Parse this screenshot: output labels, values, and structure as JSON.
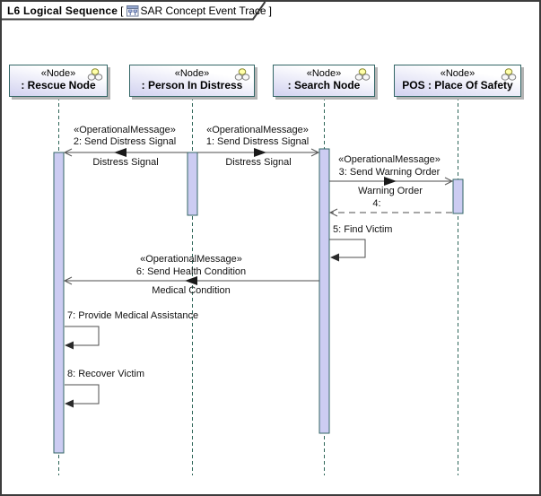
{
  "diagram": {
    "title": "L6 Logical Sequence",
    "open_bracket": "[",
    "context_name": "SAR Concept Event Trace",
    "close_bracket": "]",
    "kind": "sequence-diagram"
  },
  "lifelines": [
    {
      "stereotype": "«Node»",
      "name": ": Rescue Node"
    },
    {
      "stereotype": "«Node»",
      "name": ": Person In Distress"
    },
    {
      "stereotype": "«Node»",
      "name": ": Search Node"
    },
    {
      "stereotype": "«Node»",
      "name": "POS : Place Of Safety"
    }
  ],
  "messages": [
    {
      "seq": "1",
      "stereotype": "«OperationalMessage»",
      "label": "1: Send Distress Signal",
      "item": "Distress Signal",
      "from": ": Person In Distress",
      "to": ": Search Node",
      "kind": "message"
    },
    {
      "seq": "2",
      "stereotype": "«OperationalMessage»",
      "label": "2: Send Distress Signal",
      "item": "Distress Signal",
      "from": ": Person In Distress",
      "to": ": Rescue Node",
      "kind": "message"
    },
    {
      "seq": "3",
      "stereotype": "«OperationalMessage»",
      "label": "3: Send Warning Order",
      "item": "Warning Order",
      "from": ": Search Node",
      "to": "POS : Place Of Safety",
      "kind": "message"
    },
    {
      "seq": "4",
      "label": "4:",
      "from": "POS : Place Of Safety",
      "to": ": Search Node",
      "kind": "reply"
    },
    {
      "seq": "5",
      "label": "5: Find Victim",
      "on": ": Search Node",
      "kind": "self"
    },
    {
      "seq": "6",
      "stereotype": "«OperationalMessage»",
      "label": "6: Send Health Condition",
      "item": "Medical Condition",
      "from": ": Search Node",
      "to": ": Rescue Node",
      "kind": "message"
    },
    {
      "seq": "7",
      "label": "7: Provide Medical Assistance",
      "on": ": Rescue Node",
      "kind": "self"
    },
    {
      "seq": "8",
      "label": "8: Recover Victim",
      "on": ": Rescue Node",
      "kind": "self"
    }
  ],
  "colors": {
    "frame_border": "#3c3c3c",
    "lifeline_dash": "#2f6659",
    "box_border": "#336666",
    "box_gradient_bottom": "#d2d2f0",
    "activation_fill": "#ccccf2",
    "activation_border": "#336666",
    "message_line": "#4d4d4d",
    "node_icon_yellow": "#ffffa8"
  }
}
